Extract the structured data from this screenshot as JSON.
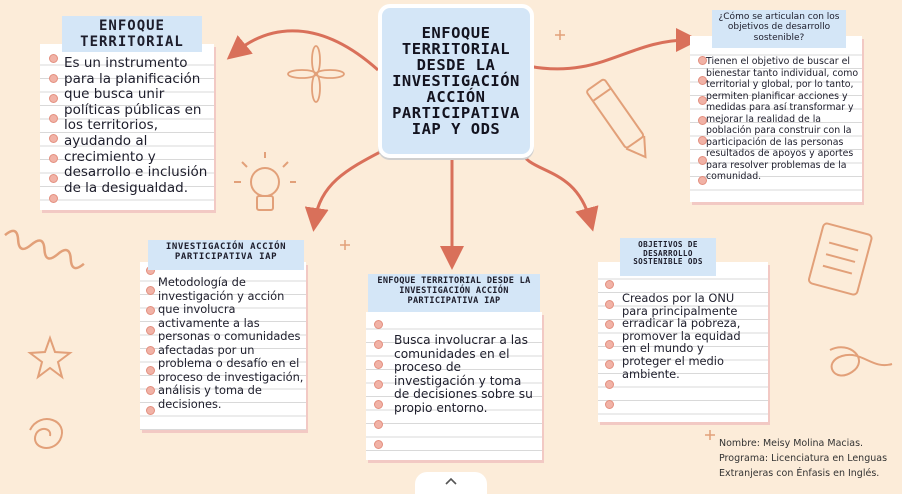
{
  "colors": {
    "background": "#fcecd9",
    "tab": "#d4e6f7",
    "arrow": "#d9705a",
    "hole": "#f1b2a6"
  },
  "center": {
    "title": "ENFOQUE TERRITORIAL DESDE LA INVESTIGACIÓN ACCIÓN PARTICIPATIVA IAP Y ODS"
  },
  "nodes": {
    "territorial": {
      "title": "ENFOQUE TERRITORIAL",
      "text": "Es un instrumento para la planificación que busca unir políticas públicas en los territorios, ayudando al crecimiento y desarrollo e inclusión de la desigualdad."
    },
    "objetivos": {
      "title": "¿Cómo se articulan con los objetivos de desarrollo sostenible?",
      "text": "Tienen el objetivo de buscar el bienestar tanto individual, como territorial y global, por lo tanto, permiten planificar acciones y medidas para así transformar y mejorar la realidad de la población para construir con la participación de las personas resultados de apoyos y aportes para resolver problemas de la comunidad."
    },
    "iap": {
      "title": "INVESTIGACIÓN ACCIÓN PARTICIPATIVA IAP",
      "text": "Metodología de investigación y acción que involucra activamente a las personas o comunidades afectadas por un problema o desafío en el proceso de investigación, análisis y toma de decisiones."
    },
    "territorial_iap": {
      "title": "ENFOQUE TERRITORIAL DESDE LA INVESTIGACIÓN ACCIÓN PARTICIPATIVA IAP",
      "text": "Busca involucrar a las comunidades en el proceso de investigación y toma de decisiones sobre su propio entorno."
    },
    "ods": {
      "title": "OBJETIVOS DE DESARROLLO SOSTENIBLE ODS",
      "text": "Creados por la ONU para principalmente erradicar la pobreza, promover la equidad en el mundo y proteger el medio ambiente."
    }
  },
  "author": {
    "name": "Nombre: Meisy Molina Macias.",
    "program_line1": "Programa: Licenciatura en Lenguas",
    "program_line2": "Extranjeras con Énfasis en Inglés."
  },
  "handle_icon": "chevron-up-icon"
}
